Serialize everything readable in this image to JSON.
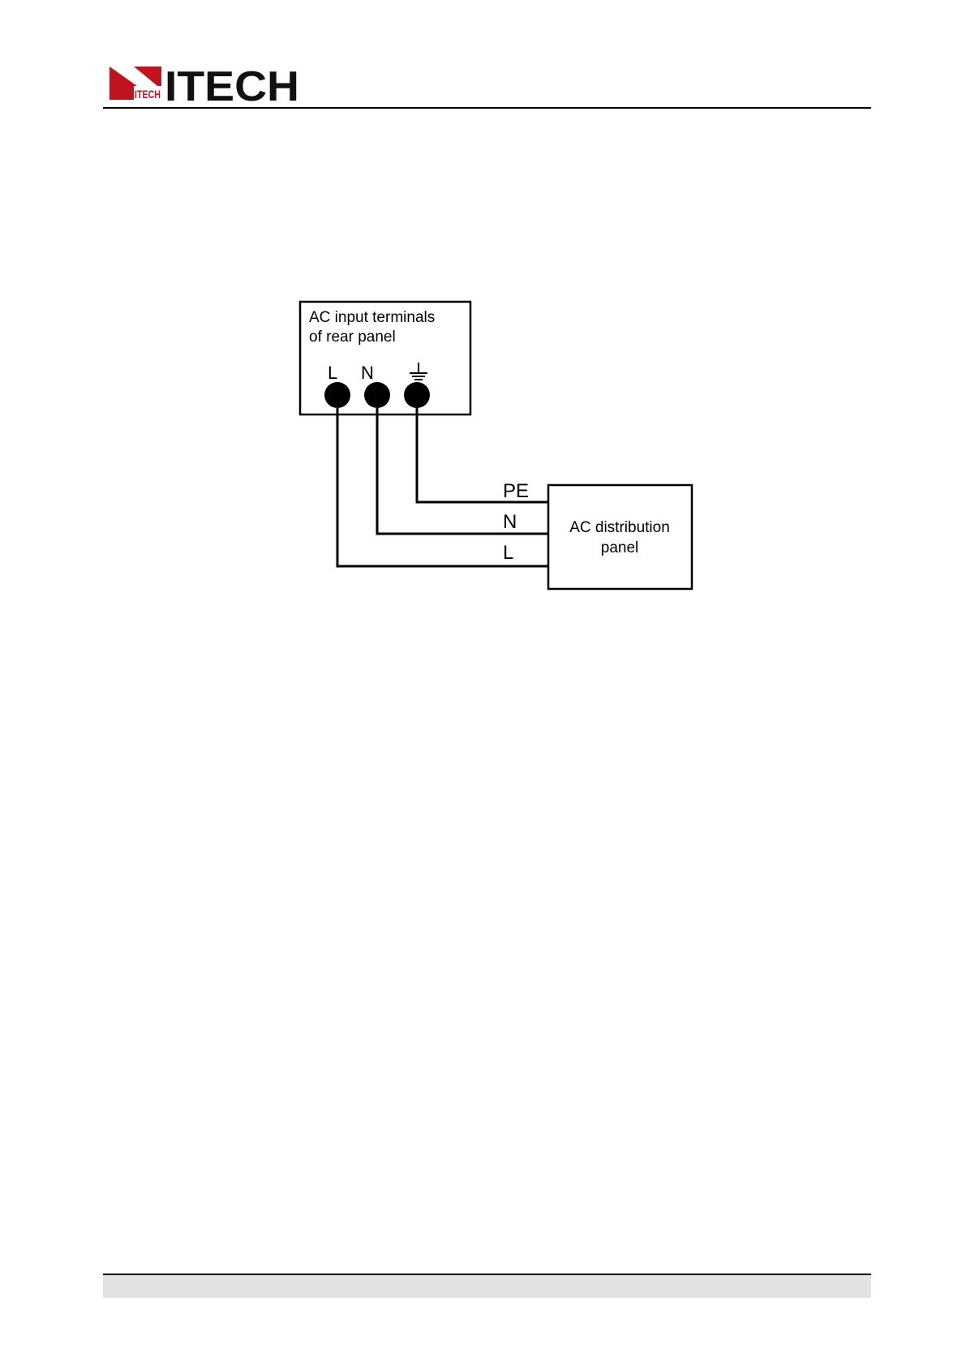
{
  "header": {
    "logo_text": "ITECH",
    "brand_color": "#c0131f"
  },
  "diagram": {
    "device_box": {
      "label_line1": "AC input terminals",
      "label_line2": "of rear panel",
      "terminals": [
        "L",
        "N",
        "ground-symbol"
      ],
      "terminal_label_L": "L",
      "terminal_label_N": "N"
    },
    "panel_box": {
      "label_line1": "AC distribution",
      "label_line2": "panel"
    },
    "wires": {
      "pe_label": "PE",
      "n_label": "N",
      "l_label": "L"
    }
  }
}
